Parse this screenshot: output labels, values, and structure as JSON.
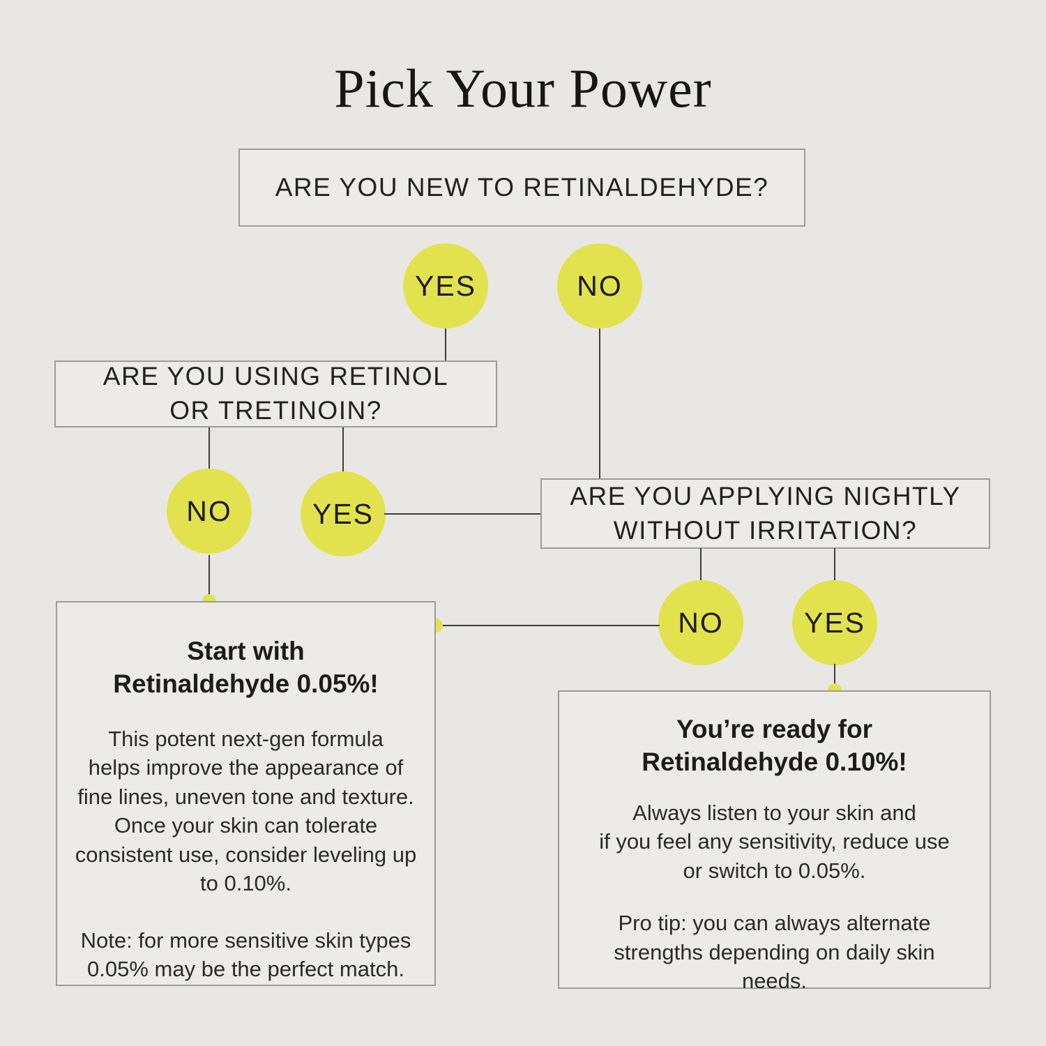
{
  "title": "Pick Your Power",
  "labels": {
    "yes": "YES",
    "no": "NO"
  },
  "questions": {
    "q1": "ARE YOU NEW TO RETINALDEHYDE?",
    "q2": "ARE YOU USING RETINOL\nOR TRETINOIN?",
    "q3": "ARE YOU APPLYING NIGHTLY\nWITHOUT IRRITATION?"
  },
  "results": {
    "a": {
      "title": "Start with\nRetinaldehyde 0.05%!",
      "body": "This potent next-gen formula\nhelps improve the appearance of\nfine lines, uneven tone and texture.\nOnce your skin can tolerate\nconsistent use, consider leveling up\nto 0.10%.",
      "note": "Note: for more sensitive skin types\n0.05% may be the perfect match."
    },
    "b": {
      "title": "You’re ready for\nRetinaldehyde 0.10%!",
      "body": "Always listen to your skin and\nif you feel any sensitivity, reduce use\nor switch to 0.05%.",
      "note": "Pro tip: you can always alternate\nstrengths depending on daily skin\nneeds."
    }
  },
  "colors": {
    "background": "#e9e7e3",
    "box_fill": "#edebe8",
    "box_border": "#9c9b97",
    "circle_yellow": "#e2e24e",
    "line": "#3c3c3c",
    "text": "#1c1c1a"
  }
}
